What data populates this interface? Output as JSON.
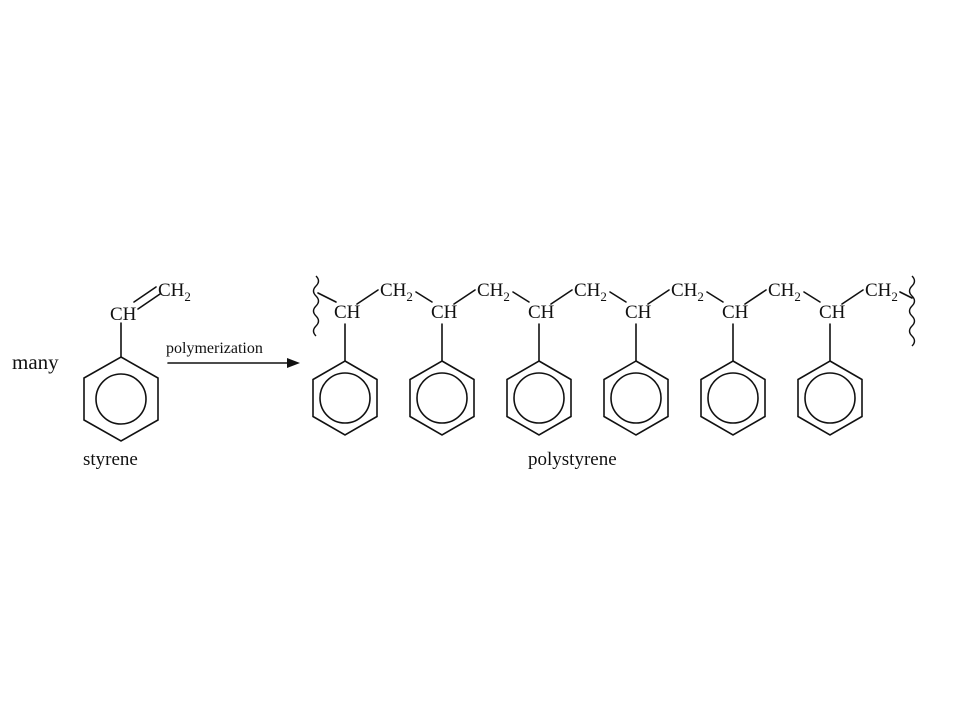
{
  "labels": {
    "many": "many",
    "styrene": "styrene",
    "polystyrene": "polystyrene",
    "polymerization": "polymerization",
    "ch": "CH",
    "ch2": "CH",
    "sub2": "2"
  },
  "colors": {
    "background": "#ffffff",
    "ink": "#111111"
  }
}
